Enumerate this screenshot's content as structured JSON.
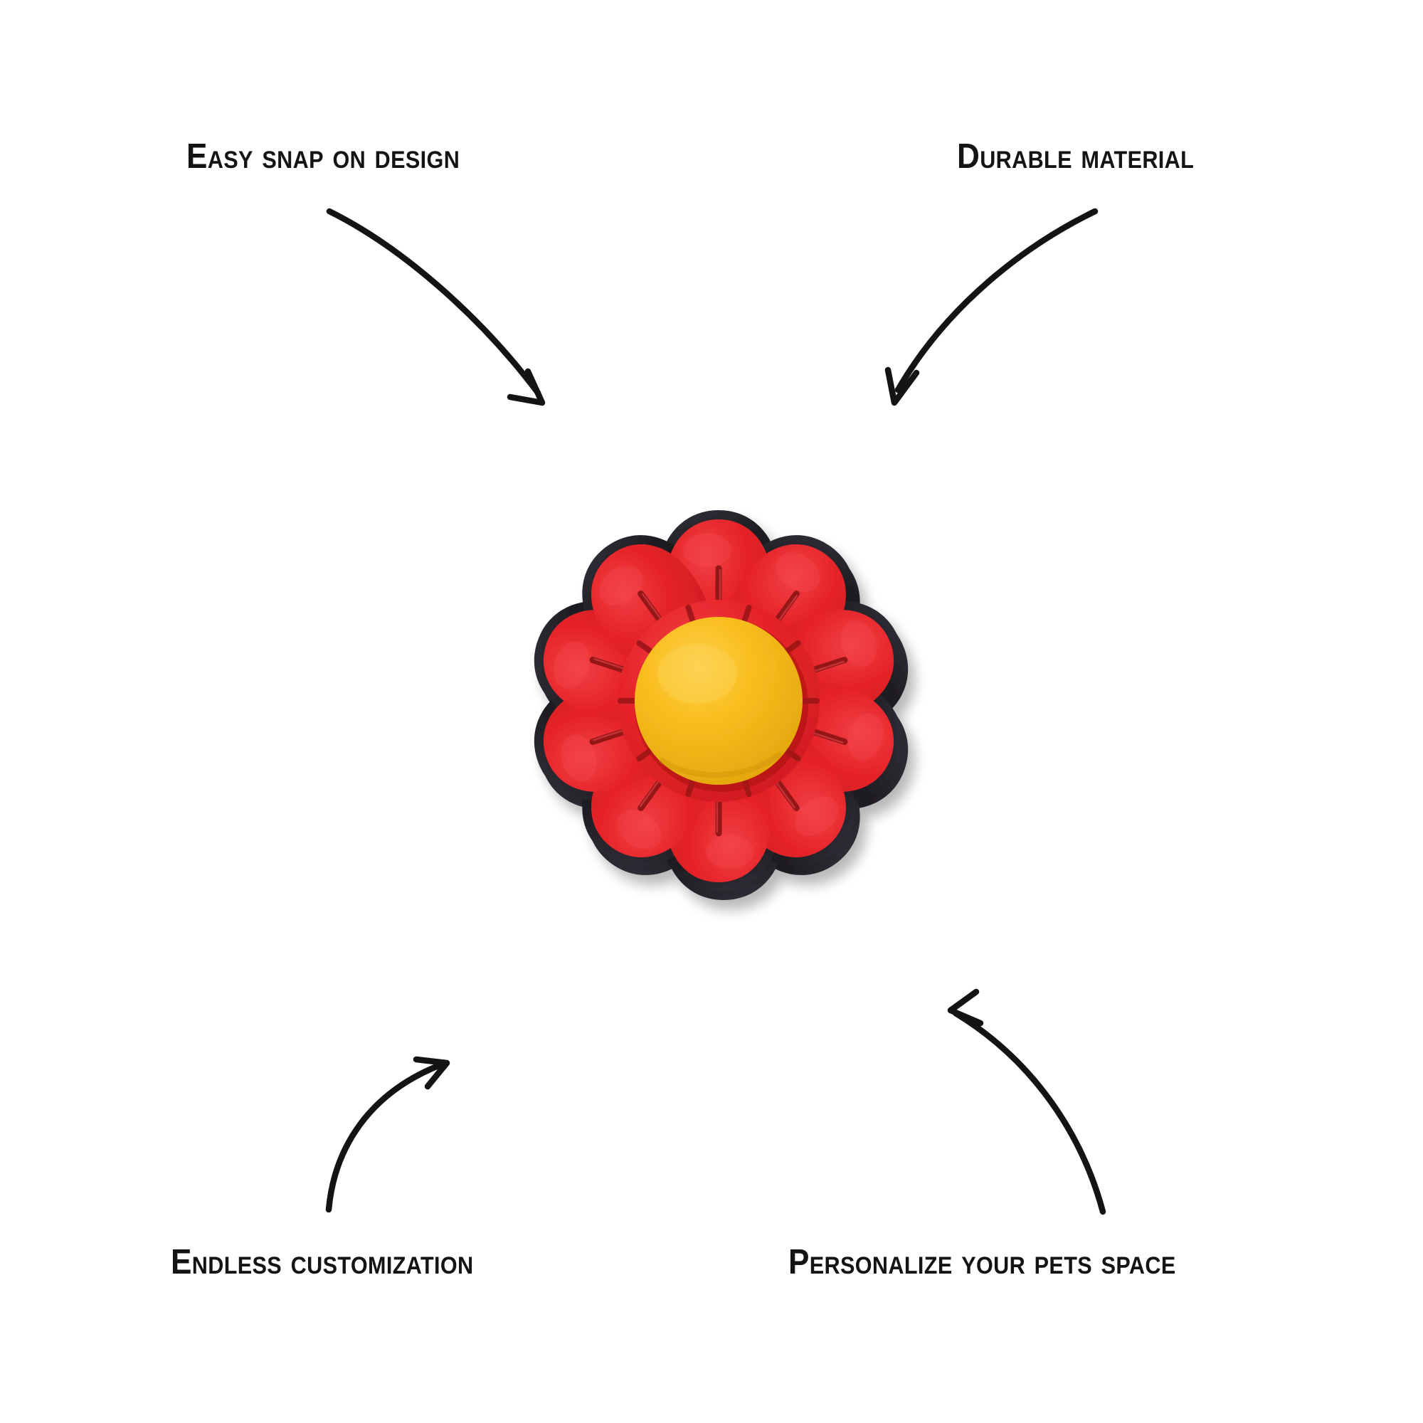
{
  "page": {
    "background_color": "#ffffff",
    "type": "product-feature-callout-graphic"
  },
  "callouts": [
    {
      "id": "top-left",
      "label": "Easy snap on design",
      "position": "top-left",
      "arrow": "curved-arrow-down-right-icon"
    },
    {
      "id": "top-right",
      "label": "Durable material",
      "position": "top-right",
      "arrow": "curved-arrow-down-left-icon"
    },
    {
      "id": "bottom-left",
      "label": "Endless customization",
      "position": "bottom-left",
      "arrow": "curved-arrow-up-right-icon"
    },
    {
      "id": "bottom-right",
      "label": "Personalize your pets space",
      "position": "bottom-right",
      "arrow": "curved-arrow-up-left-icon"
    }
  ],
  "product": {
    "name": "flower-charm",
    "description": "Red ten-petal daisy rubber charm with yellow center and black rim",
    "petal_count": 10,
    "colors": {
      "petal_red": "#E62429",
      "petal_red_shade": "#C31B20",
      "petal_red_light": "#EE3B3F",
      "center_yellow": "#F9BE1E",
      "center_yellow_shade": "#E3A40F",
      "rim_black": "#17161A",
      "rim_black_light": "#2C2A30",
      "shadow": "#D9D9D9"
    }
  },
  "text_style": {
    "color": "#141414"
  }
}
